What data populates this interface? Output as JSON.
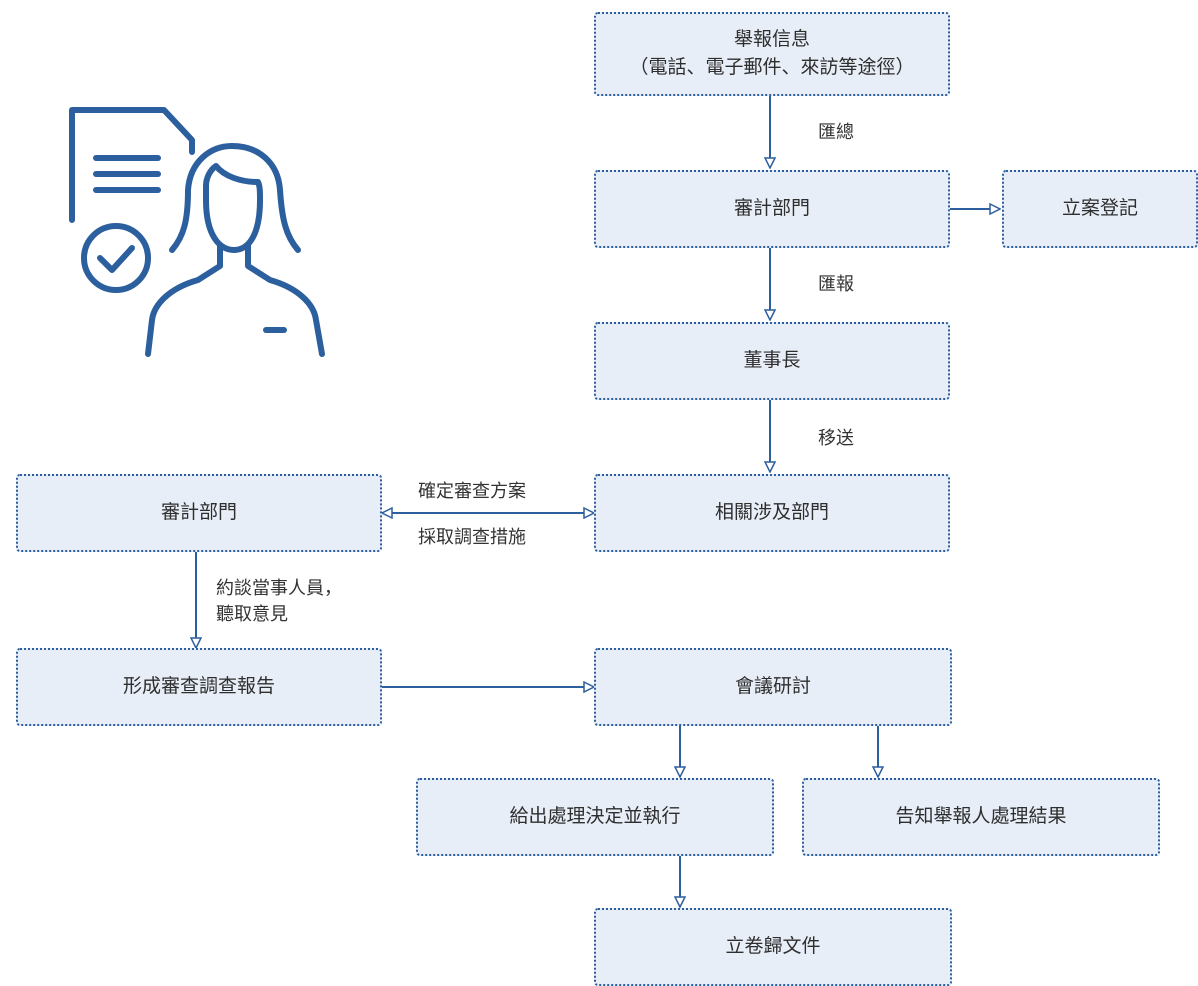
{
  "colors": {
    "accent": "#2c5f9e",
    "box_fill": "#e8eef7"
  },
  "icon": "person-with-document-checkmark-icon",
  "nodes": {
    "report_info": {
      "line1": "舉報信息",
      "line2": "（電話、電子郵件、來訪等途徑）"
    },
    "audit_dept_top": "審計部門",
    "register_case": "立案登記",
    "chairman": "董事長",
    "related_dept": "相關涉及部門",
    "audit_dept_left": "審計部門",
    "review_report": "形成審查調查報告",
    "meeting": "會議研討",
    "decision": "給出處理決定並執行",
    "notify": "告知舉報人處理結果",
    "archive": "立卷歸文件"
  },
  "edges": {
    "summary": "匯總",
    "report": "匯報",
    "transfer": "移送",
    "confirm_plan": "確定審查方案",
    "take_measures": "採取調查措施",
    "interview_line1": "約談當事人員，",
    "interview_line2": "聽取意見"
  }
}
